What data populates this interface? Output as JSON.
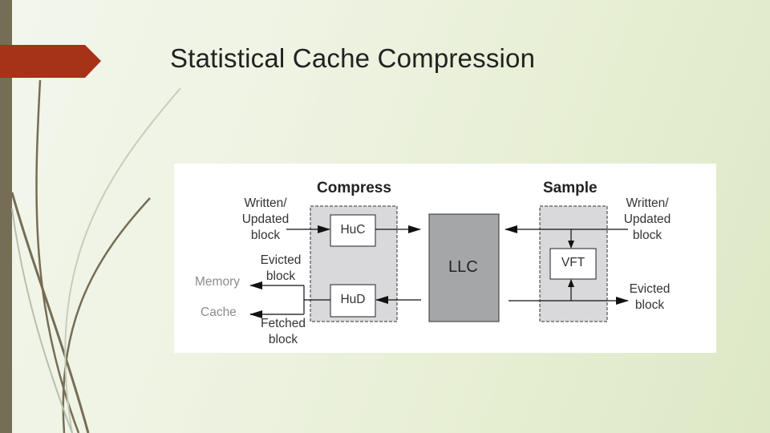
{
  "slide": {
    "title": "Statistical Cache Compression",
    "accent_color": "#a63218",
    "sidebar_color": "#766d55"
  },
  "diagram": {
    "groups": {
      "compress": "Compress",
      "sample": "Sample"
    },
    "blocks": {
      "huc": "HuC",
      "hud": "HuD",
      "llc": "LLC",
      "vft": "VFT"
    },
    "labels": {
      "left_written_1": "Written/",
      "left_written_2": "Updated",
      "left_written_3": "block",
      "left_evicted_1": "Evicted",
      "left_evicted_2": "block",
      "memory": "Memory",
      "cache": "Cache",
      "left_fetched_1": "Fetched",
      "left_fetched_2": "block",
      "right_written_1": "Written/",
      "right_written_2": "Updated",
      "right_written_3": "block",
      "right_evicted_1": "Evicted",
      "right_evicted_2": "block"
    }
  }
}
